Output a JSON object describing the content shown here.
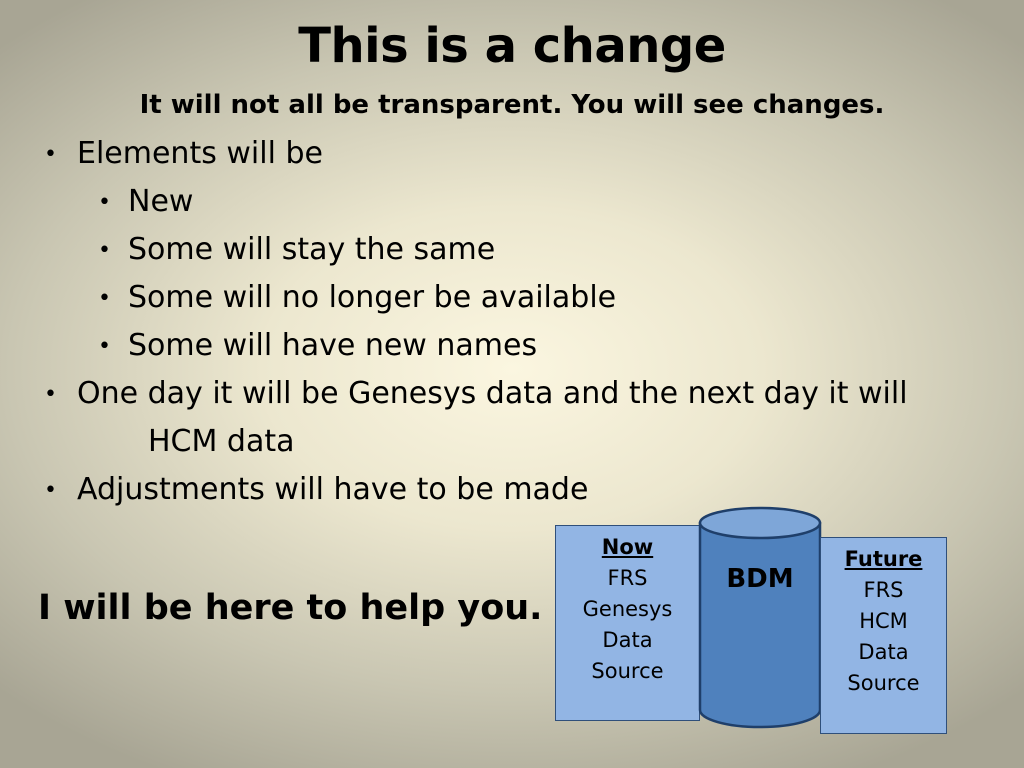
{
  "slide": {
    "title": "This is a change",
    "subtitle": "It will not all be transparent.  You will see changes.",
    "bullets": [
      {
        "text": "Elements will be",
        "level": 1
      },
      {
        "text": "New",
        "level": 2
      },
      {
        "text": "Some will stay the same",
        "level": 2
      },
      {
        "text": "Some will no longer be available",
        "level": 2
      },
      {
        "text": "Some will have new names",
        "level": 2
      },
      {
        "text": "One day it will be Genesys data and the next day it will",
        "continuation": "HCM data",
        "level": 1
      },
      {
        "text": "Adjustments will have to be made",
        "level": 1
      }
    ],
    "help_text": "I will be here to help you."
  },
  "diagram": {
    "now": {
      "heading": "Now",
      "lines": [
        "FRS",
        "Genesys",
        "Data",
        "Source"
      ]
    },
    "center": {
      "label": "BDM"
    },
    "future": {
      "heading": "Future",
      "lines": [
        "FRS",
        "HCM",
        "Data",
        "Source"
      ]
    },
    "colors": {
      "box_fill": "#92b5e4",
      "cylinder_fill": "#4f81bd",
      "outline": "#1f3f6a"
    }
  }
}
